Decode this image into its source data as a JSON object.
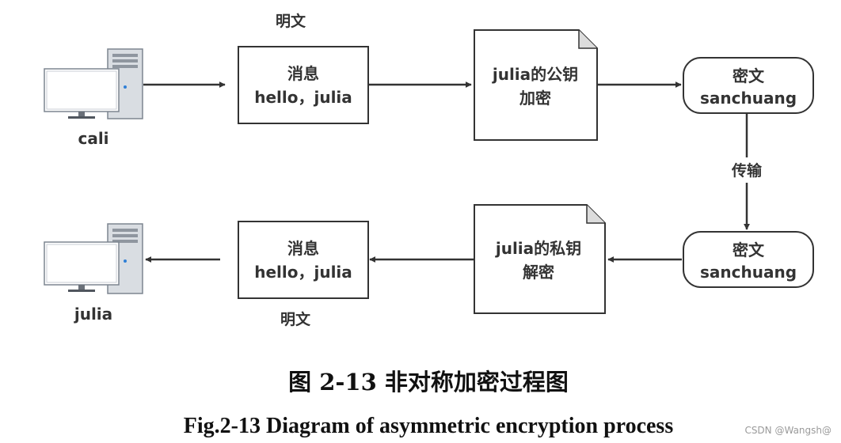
{
  "diagram": {
    "sender": {
      "label": "cali"
    },
    "receiver": {
      "label": "julia"
    },
    "top_plaintext_label": "明文",
    "bottom_plaintext_label": "明文",
    "message_top": {
      "line1": "消息",
      "line2": "hello，julia"
    },
    "message_bottom": {
      "line1": "消息",
      "line2": "hello，julia"
    },
    "encrypt_doc": {
      "line1": "julia的公钥",
      "line2": "加密"
    },
    "decrypt_doc": {
      "line1": "julia的私钥",
      "line2": "解密"
    },
    "cipher_top": {
      "line1": "密文",
      "line2": "sanchuang"
    },
    "cipher_bottom": {
      "line1": "密文",
      "line2": "sanchuang"
    },
    "transmit_label": "传输"
  },
  "caption": {
    "chinese": "图 2-13 非对称加密过程图",
    "english": "Fig.2-13 Diagram of asymmetric encryption process"
  },
  "watermark": "CSDN @Wangsh@",
  "colors": {
    "stroke": "#333333",
    "text": "#333333",
    "computer_tower": "#d9dde2",
    "computer_screen": "#ffffff",
    "led": "#2f7fd6",
    "watermark": "#9a9a9a"
  },
  "icons": {
    "computer": "desktop-computer-icon"
  }
}
